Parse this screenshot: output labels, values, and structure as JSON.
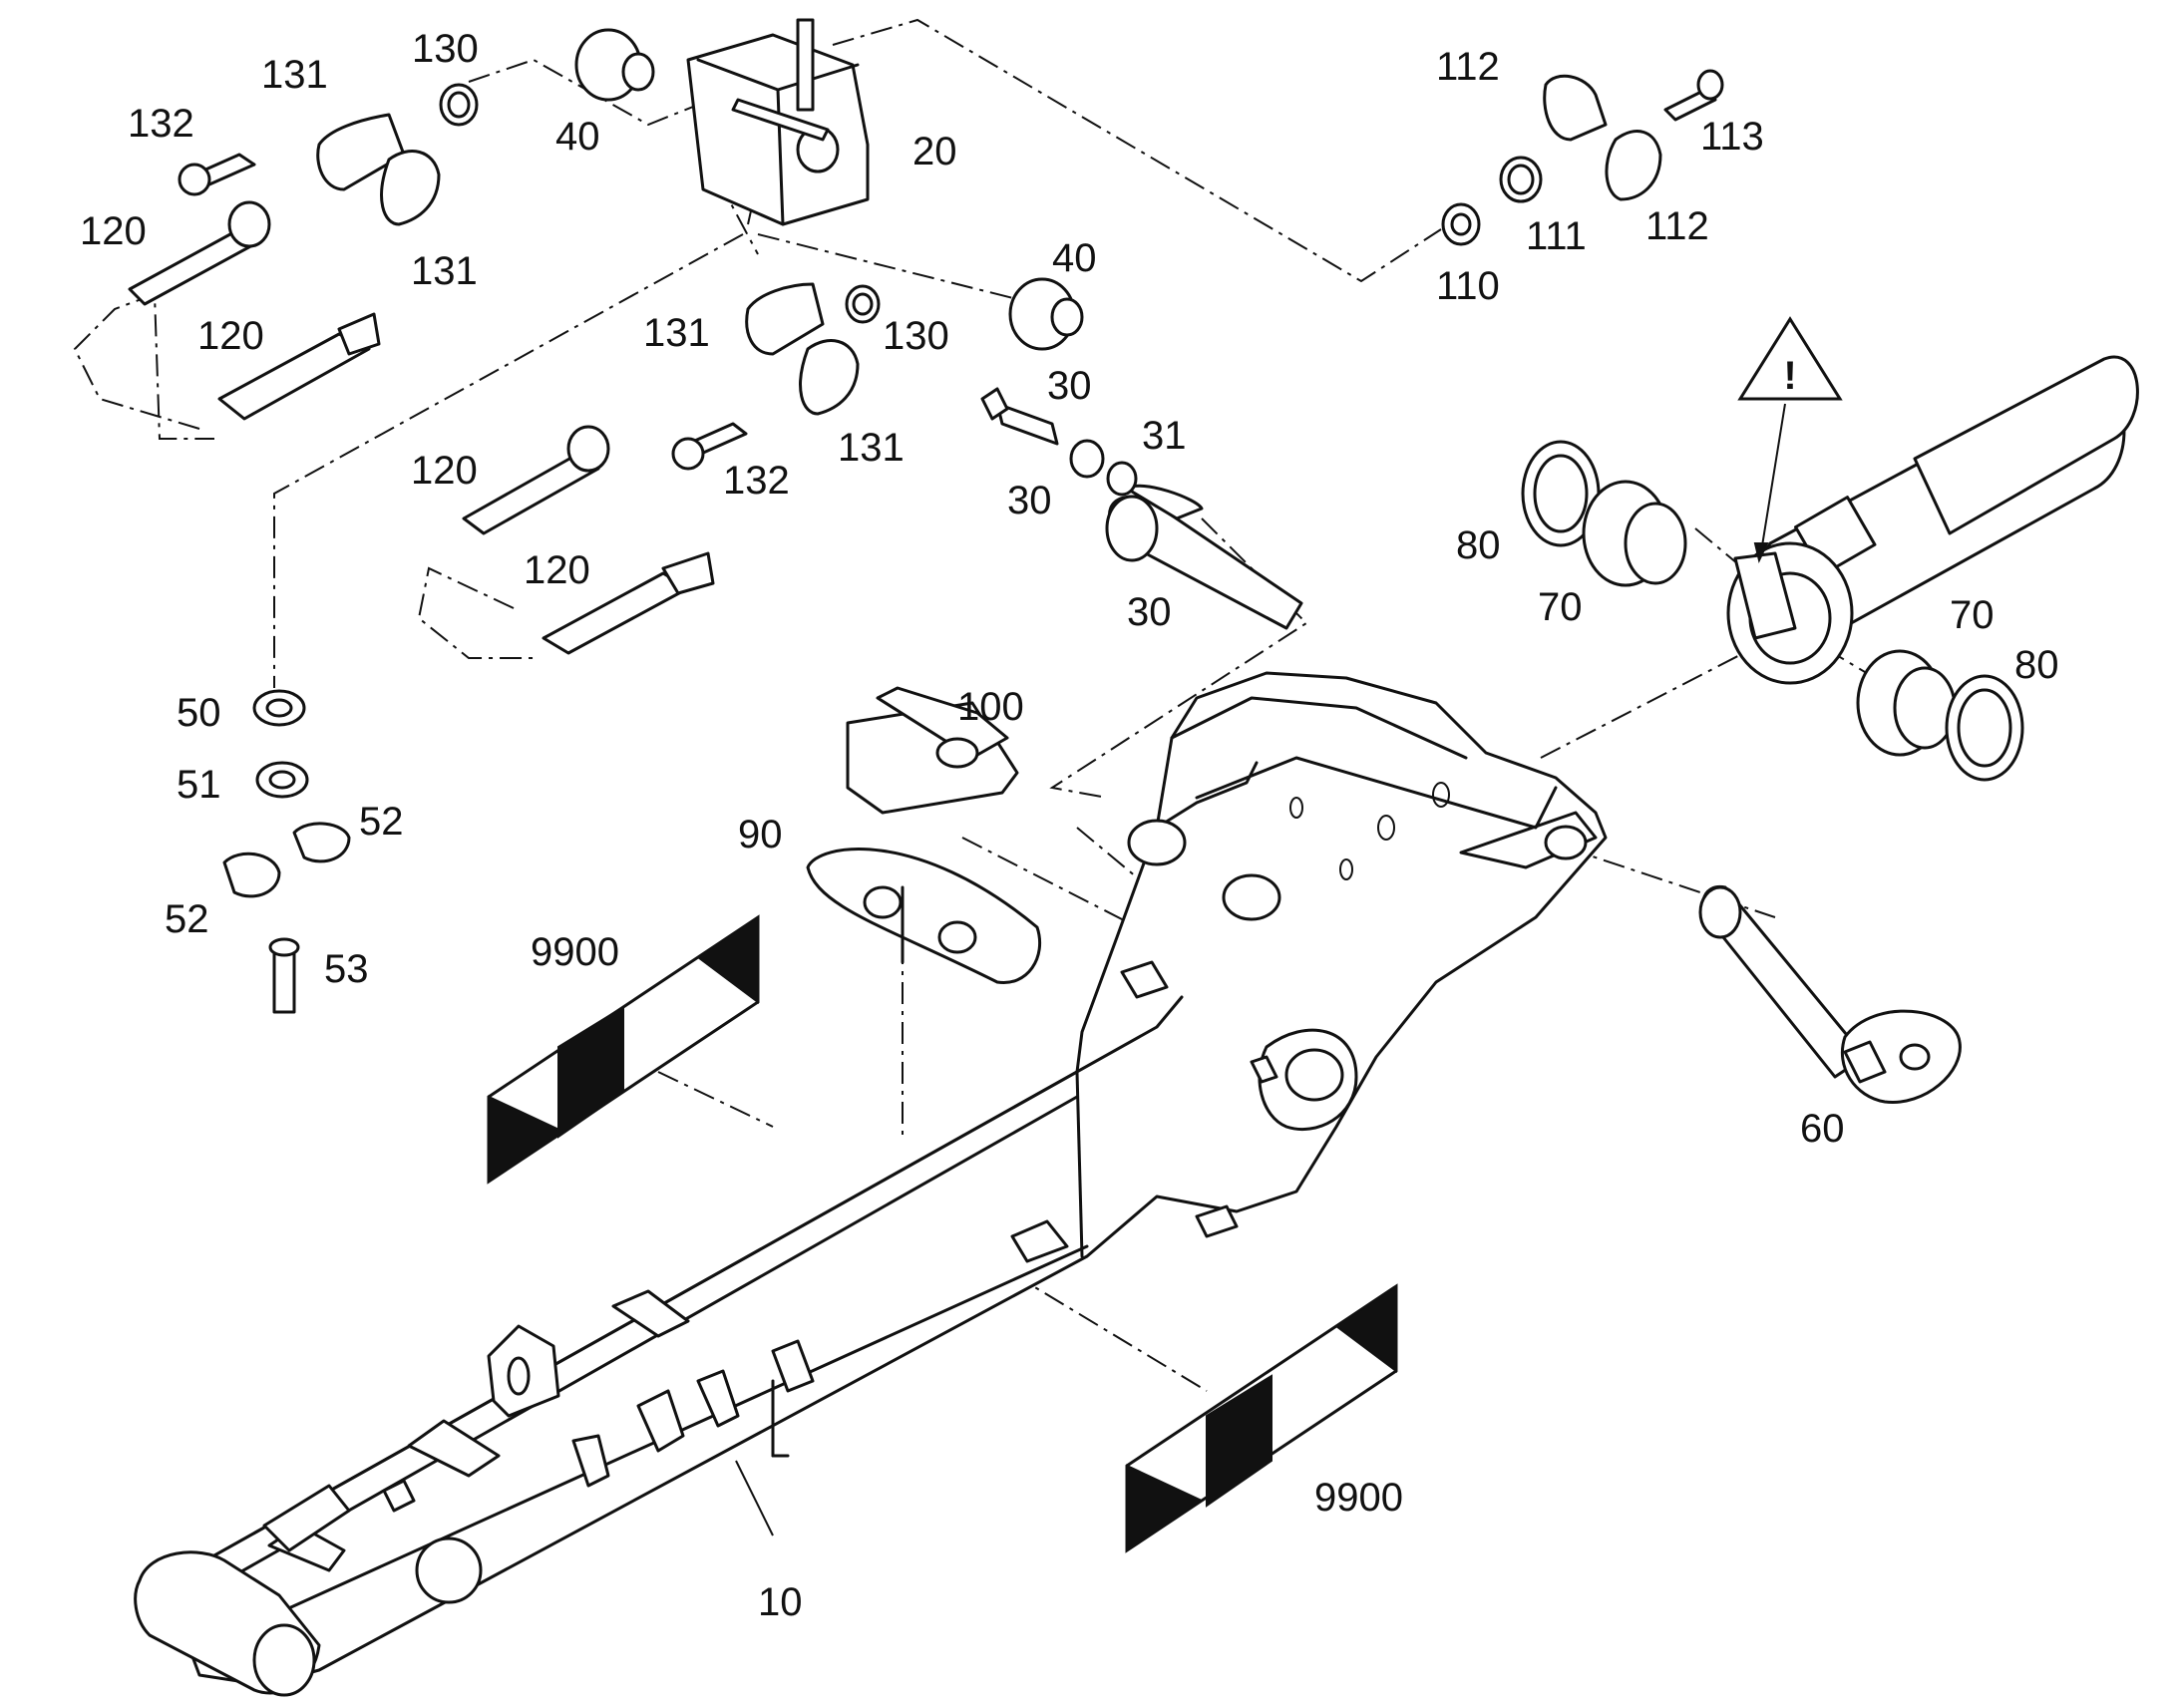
{
  "labels": {
    "p132a": "132",
    "p131a": "131",
    "p130a": "130",
    "p40a": "40",
    "p120a": "120",
    "p131b": "131",
    "p120b": "120",
    "p20": "20",
    "p112a": "112",
    "p113": "113",
    "p111": "111",
    "p112b": "112",
    "p110": "110",
    "p40b": "40",
    "p131c": "131",
    "p130b": "130",
    "p30a": "30",
    "p31": "31",
    "p30b": "30",
    "p132b": "132",
    "p131d": "131",
    "p120c": "120",
    "p120d": "120",
    "p30c": "30",
    "p80a": "80",
    "p70a": "70",
    "p70b": "70",
    "p80b": "80",
    "p50": "50",
    "p51": "51",
    "p52a": "52",
    "p52b": "52",
    "p53": "53",
    "p100": "100",
    "p90": "90",
    "p9900a": "9900",
    "p60": "60",
    "p9900b": "9900",
    "p10": "10"
  },
  "warning_symbol": "!"
}
